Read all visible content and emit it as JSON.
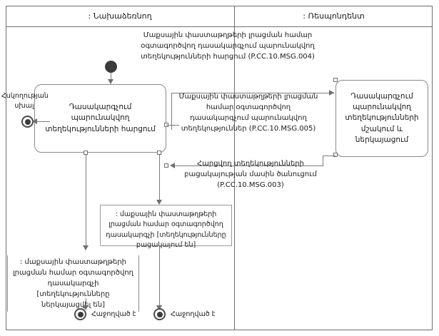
{
  "diagram": {
    "type": "uml-activity-diagram",
    "lanes": [
      {
        "id": "initiator",
        "title": ": Նախաձեռնող"
      },
      {
        "id": "respondent",
        "title": ": Ռեսպոնդենտ"
      }
    ],
    "activities": [
      {
        "id": "request",
        "lane": "initiator",
        "label": "Դասակարգչում պարունակվող տեղեկությունների հարցում"
      },
      {
        "id": "process",
        "lane": "respondent",
        "label": "Դասակարգչում պարունակվող տեղեկությունների մշակում և ներկայացում"
      }
    ],
    "messages": [
      {
        "id": "msg-004",
        "code": "P.CC.10.MSG.004",
        "text": "Մաքսային փաստաթղթերի լրացման համար օգտագործվող դասակարգչում պարունակվող տեղեկությունների հարցում (P.CC.10.MSG.004)"
      },
      {
        "id": "msg-005",
        "code": "P.CC.10.MSG.005",
        "text": "Մաքսային փաստաթղթերի լրացման համար օգտագործվող դասակարգչում պարունակվող տեղեկություններ (P.CC.10.MSG.005)"
      },
      {
        "id": "msg-003",
        "code": "P.CC.10.MSG.003",
        "text": "Հարցվող տեղեկությունների բացակայության մասին ծանուցում (P.CC.10.MSG.003)"
      }
    ],
    "notes": [
      {
        "id": "note-absent",
        "text": ": մաքսային փաստաթղթերի լրացման համար օգտագործվող դասակարգչի [տեղեկությունները բացակայում են]"
      }
    ],
    "guards": [
      {
        "id": "guard-presented",
        "text": ": մաքսային փաստաթղթերի լրացման համար օգտագործվող դասակարգչի [տեղեկությունները ներկայացվել են]"
      }
    ],
    "labels": {
      "control_error": "Հսկողության սխալ"
    },
    "end_states": [
      {
        "id": "end-left",
        "label": "Հաջողված է"
      },
      {
        "id": "end-right",
        "label": "Հաջողված է"
      }
    ],
    "colors": {
      "frame_stroke": "#6f6f6f",
      "node_fill": "#3b3b3b",
      "connector": "#7a7a7a",
      "background": "#ffffff",
      "text": "#1a1a1a"
    }
  }
}
